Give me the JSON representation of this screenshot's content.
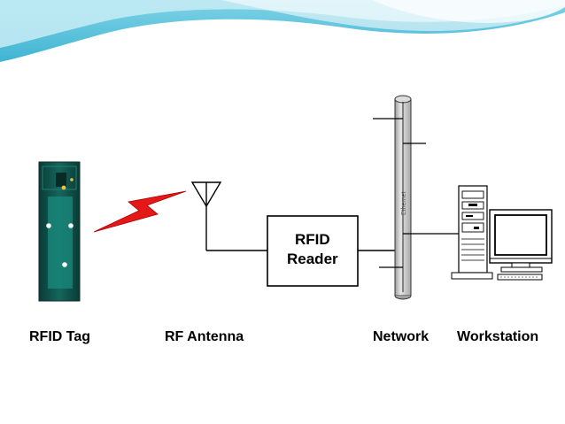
{
  "labels": {
    "tag": "RFID Tag",
    "antenna": "RF Antenna",
    "network": "Network",
    "workstation": "Workstation"
  },
  "reader": {
    "line1": "RFID",
    "line2": "Reader"
  },
  "network_bus": {
    "label": "Ethernet"
  },
  "colors": {
    "background": "#ffffff",
    "wave_top": "#bfe6ef",
    "wave_mid": "#5fc4de",
    "tag_body": "#0f4a44",
    "tag_strip": "#19897d",
    "lightning": "#e01010",
    "cylinder": "#c8c8c8",
    "line": "#000000"
  }
}
